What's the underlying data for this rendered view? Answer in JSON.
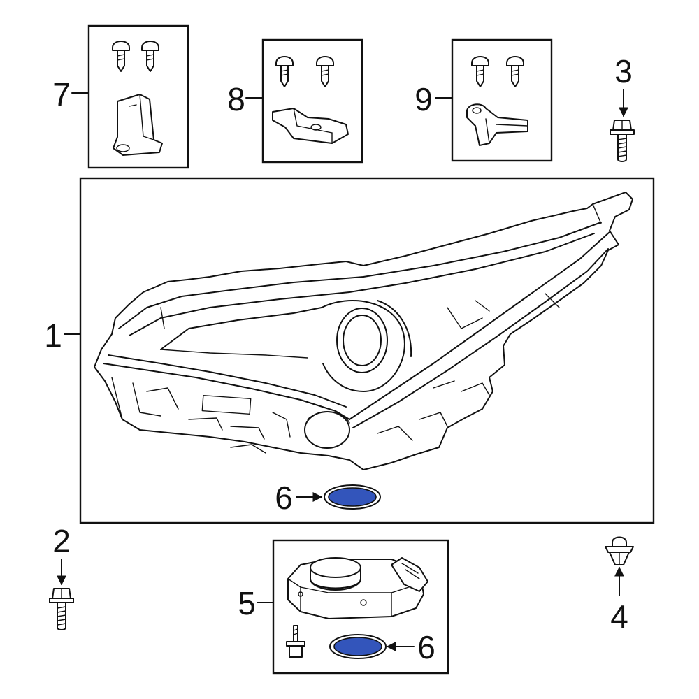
{
  "callouts": {
    "c1": "1",
    "c2": "2",
    "c3": "3",
    "c4": "4",
    "c5": "5",
    "c6_top": "6",
    "c6_bottom": "6",
    "c7": "7",
    "c8": "8",
    "c9": "9"
  },
  "colors": {
    "highlight": "#3355bb",
    "line": "#111111",
    "background": "#ffffff"
  },
  "icons": [
    "screw-icon",
    "bolt-icon",
    "clip-icon",
    "bracket-icon",
    "seal-ring-icon",
    "ballast-module-icon",
    "headlamp-assembly-icon"
  ]
}
